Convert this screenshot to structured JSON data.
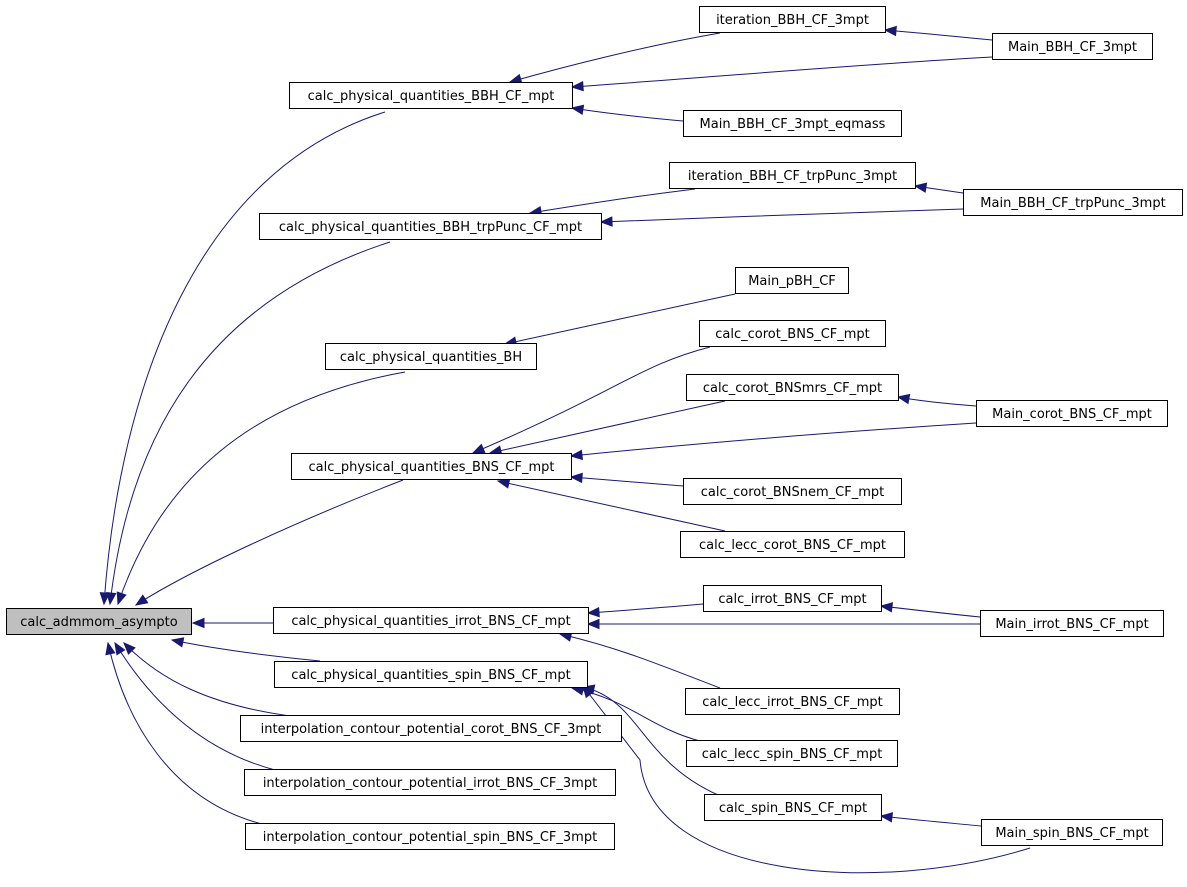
{
  "graph": {
    "nodes": [
      {
        "id": "root",
        "label": "calc_admmom_asympto"
      },
      {
        "id": "bbh",
        "label": "calc_physical_quantities_BBH_CF_mpt"
      },
      {
        "id": "bbhtrp",
        "label": "calc_physical_quantities_BBH_trpPunc_CF_mpt"
      },
      {
        "id": "bh",
        "label": "calc_physical_quantities_BH"
      },
      {
        "id": "bns",
        "label": "calc_physical_quantities_BNS_CF_mpt"
      },
      {
        "id": "irrot",
        "label": "calc_physical_quantities_irrot_BNS_CF_mpt"
      },
      {
        "id": "spin",
        "label": "calc_physical_quantities_spin_BNS_CF_mpt"
      },
      {
        "id": "icorot",
        "label": "interpolation_contour_potential_corot_BNS_CF_3mpt"
      },
      {
        "id": "iirrot",
        "label": "interpolation_contour_potential_irrot_BNS_CF_3mpt"
      },
      {
        "id": "ispin",
        "label": "interpolation_contour_potential_spin_BNS_CF_3mpt"
      },
      {
        "id": "itbbh",
        "label": "iteration_BBH_CF_3mpt"
      },
      {
        "id": "mbbh",
        "label": "Main_BBH_CF_3mpt"
      },
      {
        "id": "mbbheq",
        "label": "Main_BBH_CF_3mpt_eqmass"
      },
      {
        "id": "ittrp",
        "label": "iteration_BBH_CF_trpPunc_3mpt"
      },
      {
        "id": "mtrp",
        "label": "Main_BBH_CF_trpPunc_3mpt"
      },
      {
        "id": "mpbh",
        "label": "Main_pBH_CF"
      },
      {
        "id": "ccorot",
        "label": "calc_corot_BNS_CF_mpt"
      },
      {
        "id": "csmrs",
        "label": "calc_corot_BNSmrs_CF_mpt"
      },
      {
        "id": "mcorot",
        "label": "Main_corot_BNS_CF_mpt"
      },
      {
        "id": "cnem",
        "label": "calc_corot_BNSnem_CF_mpt"
      },
      {
        "id": "clecccorot",
        "label": "calc_lecc_corot_BNS_CF_mpt"
      },
      {
        "id": "cirrot",
        "label": "calc_irrot_BNS_CF_mpt"
      },
      {
        "id": "mirrot",
        "label": "Main_irrot_BNS_CF_mpt"
      },
      {
        "id": "cleccirrot",
        "label": "calc_lecc_irrot_BNS_CF_mpt"
      },
      {
        "id": "cleccspin",
        "label": "calc_lecc_spin_BNS_CF_mpt"
      },
      {
        "id": "cspin",
        "label": "calc_spin_BNS_CF_mpt"
      },
      {
        "id": "mspin",
        "label": "Main_spin_BNS_CF_mpt"
      }
    ],
    "edges": [
      {
        "from": "bbh",
        "to": "root"
      },
      {
        "from": "bbhtrp",
        "to": "root"
      },
      {
        "from": "bh",
        "to": "root"
      },
      {
        "from": "bns",
        "to": "root"
      },
      {
        "from": "irrot",
        "to": "root"
      },
      {
        "from": "spin",
        "to": "root"
      },
      {
        "from": "icorot",
        "to": "root"
      },
      {
        "from": "iirrot",
        "to": "root"
      },
      {
        "from": "ispin",
        "to": "root"
      },
      {
        "from": "itbbh",
        "to": "bbh"
      },
      {
        "from": "mbbh",
        "to": "bbh"
      },
      {
        "from": "mbbheq",
        "to": "bbh"
      },
      {
        "from": "mbbh",
        "to": "itbbh"
      },
      {
        "from": "ittrp",
        "to": "bbhtrp"
      },
      {
        "from": "mtrp",
        "to": "bbhtrp"
      },
      {
        "from": "mtrp",
        "to": "ittrp"
      },
      {
        "from": "mpbh",
        "to": "bh"
      },
      {
        "from": "ccorot",
        "to": "bns"
      },
      {
        "from": "csmrs",
        "to": "bns"
      },
      {
        "from": "mcorot",
        "to": "bns"
      },
      {
        "from": "cnem",
        "to": "bns"
      },
      {
        "from": "clecccorot",
        "to": "bns"
      },
      {
        "from": "mcorot",
        "to": "csmrs"
      },
      {
        "from": "cirrot",
        "to": "irrot"
      },
      {
        "from": "mirrot",
        "to": "irrot"
      },
      {
        "from": "cleccirrot",
        "to": "irrot"
      },
      {
        "from": "mirrot",
        "to": "cirrot"
      },
      {
        "from": "cleccspin",
        "to": "spin"
      },
      {
        "from": "cspin",
        "to": "spin"
      },
      {
        "from": "mspin",
        "to": "spin"
      },
      {
        "from": "mspin",
        "to": "cspin"
      }
    ]
  }
}
